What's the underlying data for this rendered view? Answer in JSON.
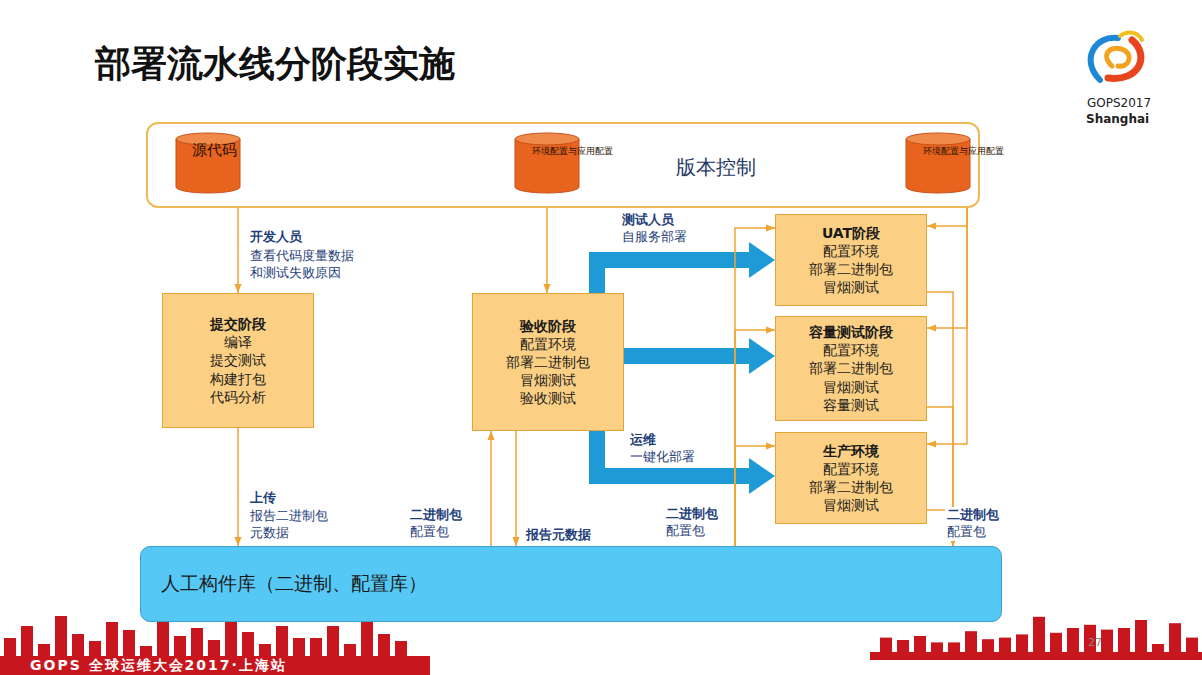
{
  "diagram": {
    "title": "部署流水线分阶段实施",
    "nodes": [
      {
        "text": [
          "版本控制"
        ]
      },
      {
        "text": [
          "源代码"
        ],
        "in": 0
      },
      {
        "text": [
          "环境配置与应用配置"
        ],
        "in": 0
      },
      {
        "text": [
          "环境配置与应用配置"
        ],
        "in": 0
      },
      {
        "text": [
          "提交阶段",
          "编译 提交测试 构建打包 代码分析"
        ]
      },
      {
        "text": [
          "验收阶段",
          "配置环境 部署二进制包 冒烟测试 验收测试"
        ]
      },
      {
        "text": [
          "UAT阶段",
          "配置环境 部署二进制包 冒烟测试"
        ]
      },
      {
        "text": [
          "容量测试阶段",
          "配置环境 部署二进制包 冒烟测试 容量测试"
        ]
      },
      {
        "text": [
          "生产环境",
          "配置环境 部署二进制包 冒烟测试"
        ]
      },
      {
        "text": [
          "人工构件库（二进制、配置库）"
        ]
      }
    ],
    "edges": [
      {
        "from": 1,
        "to": 4,
        "arrow": "to",
        "label": "开发人员"
      },
      {
        "from": 4,
        "to": 9,
        "arrow": "to",
        "label": "上传"
      },
      {
        "from": 9,
        "to": 5,
        "arrow": "to",
        "label": "二进制包 配置包"
      },
      {
        "from": 5,
        "to": 9,
        "arrow": "to",
        "label": "报告元数据"
      },
      {
        "from": 2,
        "to": 5,
        "arrow": "to"
      },
      {
        "from": 5,
        "to": 7,
        "arrow": "to"
      },
      {
        "from": 5,
        "to": 6,
        "arrow": "to",
        "label": "测试人员 自服务部署"
      },
      {
        "from": 5,
        "to": 8,
        "arrow": "to",
        "label": "运维 一键化部署"
      },
      {
        "from": 9,
        "to": 6,
        "arrow": "to"
      },
      {
        "from": 9,
        "to": 7,
        "arrow": "to"
      },
      {
        "from": 9,
        "to": 8,
        "arrow": "to",
        "label": "二进制包 配置包"
      },
      {
        "from": 3,
        "to": 6,
        "arrow": "to"
      },
      {
        "from": 3,
        "to": 7,
        "arrow": "to"
      },
      {
        "from": 3,
        "to": 8,
        "arrow": "to"
      },
      {
        "from": 6,
        "to": 9,
        "arrow": "to"
      },
      {
        "from": 7,
        "to": 9,
        "arrow": "to"
      },
      {
        "from": 8,
        "to": 9,
        "arrow": "to",
        "label": "二进制包 配置包"
      }
    ],
    "labels": [
      "查看代码度量数据 和测试失败原因",
      "报告二进制包 元数据",
      "GOPS2017",
      "Shanghai",
      "27",
      "GOPS 全球运维大会2017·上海站"
    ]
  }
}
